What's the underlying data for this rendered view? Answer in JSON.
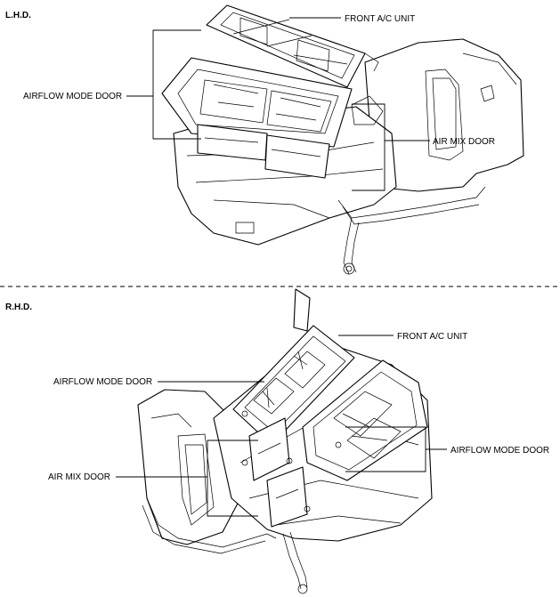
{
  "sections": [
    {
      "id": "lhd",
      "heading": "L.H.D.",
      "labels": {
        "front_ac_unit": "FRONT A/C UNIT",
        "airflow_mode_door": "AIRFLOW MODE DOOR",
        "air_mix_door": "AIR MIX DOOR"
      }
    },
    {
      "id": "rhd",
      "heading": "R.H.D.",
      "labels": {
        "front_ac_unit": "FRONT A/C UNIT",
        "airflow_mode_door_left": "AIRFLOW MODE DOOR",
        "airflow_mode_door_right": "AIRFLOW MODE DOOR",
        "air_mix_door": "AIR MIX DOOR"
      }
    }
  ]
}
